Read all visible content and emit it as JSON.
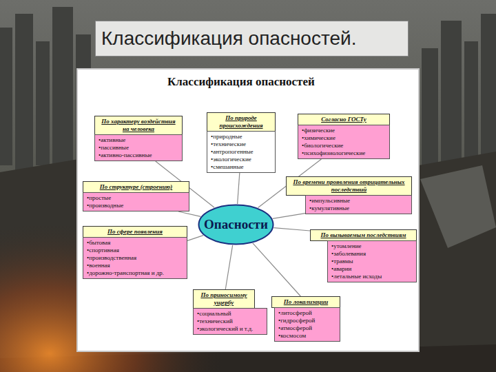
{
  "diagram": {
    "title": "Классификация опасностей.",
    "nodes": [
      {
        "text": [
          "По характеру воздействия на человека"
        ]
      },
      {
        "text": [
          "•активные",
          "•пассивные",
          "•активно-пассивные"
        ]
      },
      {
        "text": [
          "По природе происхождения"
        ]
      },
      {
        "text": [
          "•природные",
          "•технические",
          "•антропогенные",
          "•экологические",
          "•смешанные"
        ]
      },
      {
        "text": [
          "Согласно ГОСТу"
        ]
      },
      {
        "text": [
          "•физические",
          "•химические",
          "•биологические",
          "•психофизиологические"
        ]
      },
      {
        "text": [
          "По структуре (строению)"
        ]
      },
      {
        "text": [
          "•простые",
          "•производные"
        ]
      },
      {
        "text": [
          "По времени проявления отрицательных последствий"
        ]
      },
      {
        "text": [
          "•импульсивные",
          "•кумулятивные"
        ]
      },
      {
        "text": [
          "Опасности"
        ]
      },
      {
        "text": [
          "По сфере появления"
        ]
      },
      {
        "text": [
          "•бытовая",
          "•спортивная",
          "•производственная",
          "•военная",
          "•дорожно-транспортная и др."
        ]
      },
      {
        "text": [
          "По вызываемым последствиям"
        ]
      },
      {
        "text": [
          "•утомление",
          "•заболевания",
          "•травмы",
          "•аварии",
          "•летальные исходы"
        ]
      },
      {
        "text": [
          "По приносимому ущербу"
        ]
      },
      {
        "text": [
          "•социальный",
          "•технический",
          "•экологический и т.д."
        ]
      },
      {
        "text": [
          "По локализации"
        ]
      },
      {
        "text": [
          "•литосферой",
          "•гидросферой",
          "•атмосферой",
          "•космосом"
        ]
      }
    ],
    "edges": [
      {
        "from": 10,
        "to": 1,
        "arrow": "none"
      },
      {
        "from": 10,
        "to": 3,
        "arrow": "none"
      },
      {
        "from": 10,
        "to": 5,
        "arrow": "none"
      },
      {
        "from": 10,
        "to": 7,
        "arrow": "none"
      },
      {
        "from": 10,
        "to": 9,
        "arrow": "none"
      },
      {
        "from": 10,
        "to": 12,
        "arrow": "none"
      },
      {
        "from": 10,
        "to": 13,
        "arrow": "none"
      },
      {
        "from": 10,
        "to": 15,
        "arrow": "none"
      },
      {
        "from": 10,
        "to": 17,
        "arrow": "none"
      }
    ],
    "labels": [
      "Классификация опасностей"
    ]
  }
}
